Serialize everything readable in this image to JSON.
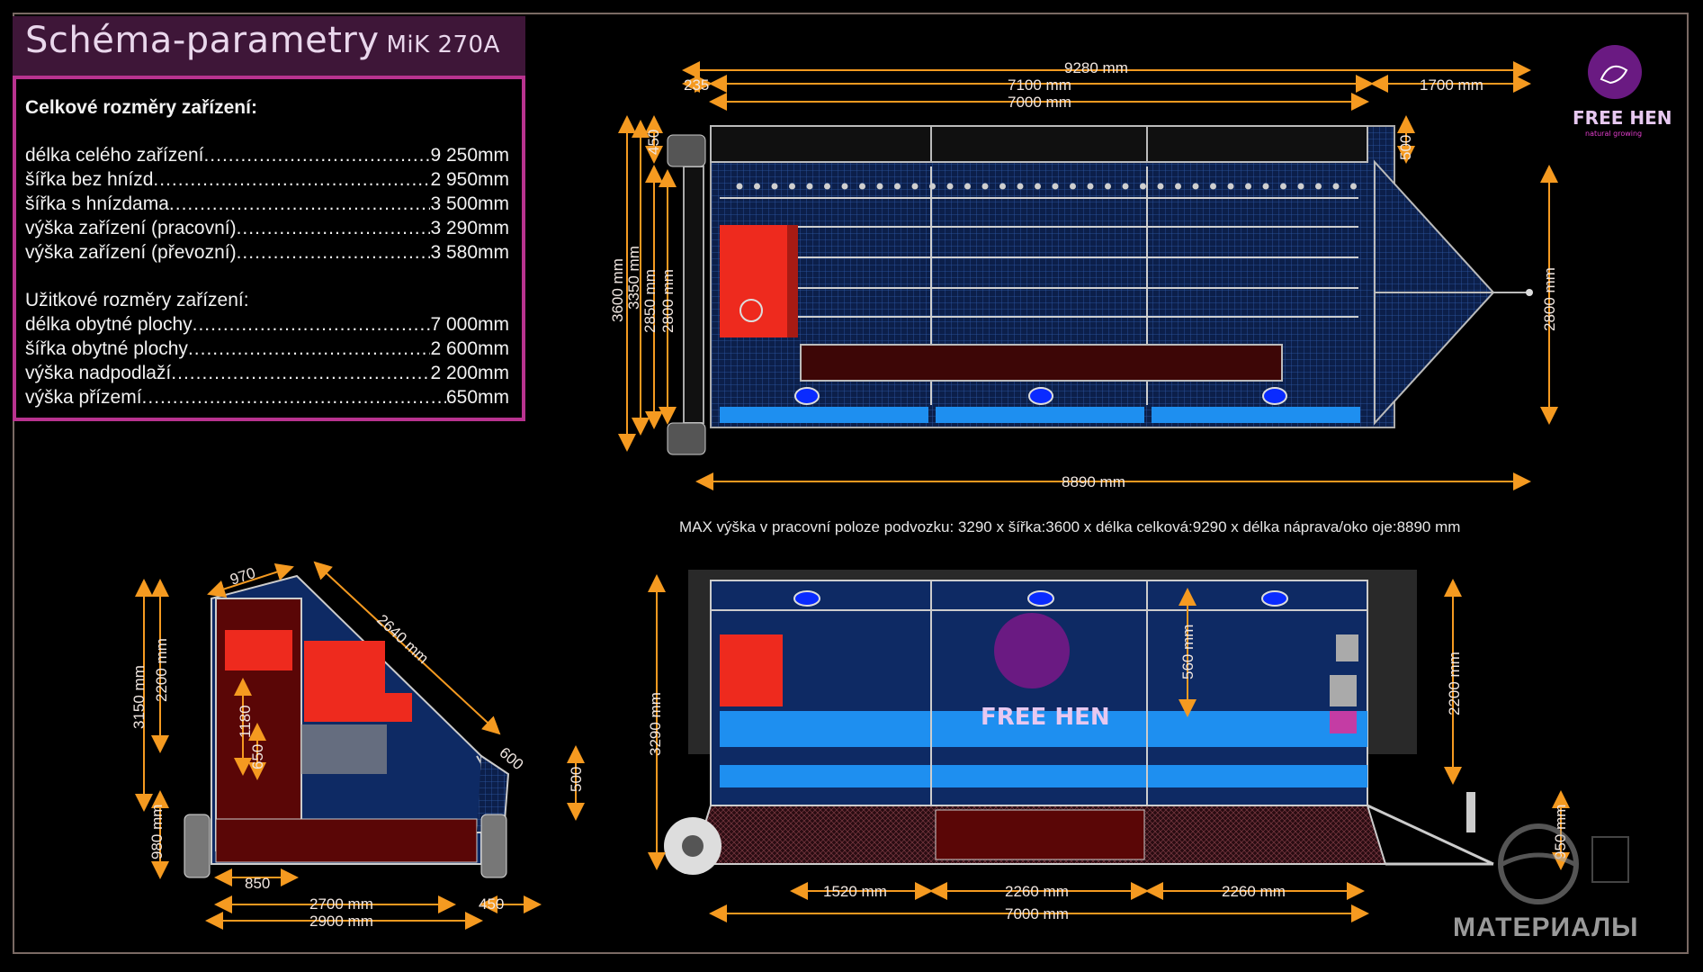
{
  "title": {
    "main": "Schéma-parametry",
    "model": "MiK 270A"
  },
  "specs": {
    "overall_heading": "Celkové rozměry zařízení:",
    "overall": [
      {
        "label": "délka celého zařízení",
        "value": "9 250mm"
      },
      {
        "label": "šířka bez hnízd",
        "value": "2 950mm"
      },
      {
        "label": "šířka s hnízdama",
        "value": "3 500mm"
      },
      {
        "label": "výška zařízení (pracovní)",
        "value": "3 290mm"
      },
      {
        "label": "výška zařízení (převozní)",
        "value": "3 580mm"
      }
    ],
    "usable_heading": "Užitkové rozměry zařízení:",
    "usable": [
      {
        "label": "délka obytné plochy",
        "value": "7 000mm"
      },
      {
        "label": "šířka obytné plochy",
        "value": "2 600mm"
      },
      {
        "label": "výška nadpodlaží",
        "value": "2 200mm"
      },
      {
        "label": "výška přízemí",
        "value": "650mm"
      }
    ]
  },
  "logo": {
    "text": "FREE HEN",
    "subtext": "natural growing"
  },
  "top_view_dims": {
    "total": "9280 mm",
    "d235": "235",
    "d7100": "7100 mm",
    "d7000": "7000 mm",
    "d1700": "1700 mm",
    "d450": "450",
    "d500": "500",
    "d3600": "3600 mm",
    "d3350": "3350 mm",
    "d2850": "2850 mm",
    "d2800": "2800 mm",
    "d2800r": "2800 mm",
    "d8890": "8890 mm"
  },
  "note": "MAX výška v pracovní poloze podvozku: 3290 x šířka:3600 x délka celková:9290 x délka náprava/oko oje:8890 mm",
  "end_view_dims": {
    "d970": "970",
    "d2640": "2640 mm",
    "d3150": "3150 mm",
    "d2200": "2200 mm",
    "d1180": "1180",
    "d650": "650",
    "d600": "600",
    "d500": "500",
    "d980": "980 mm",
    "d850": "850",
    "d2700": "2700 mm",
    "d2900": "2900 mm",
    "d450": "450"
  },
  "side_view_dims": {
    "d3290": "3290 mm",
    "d560": "560 mm",
    "d2200": "2200 mm",
    "d950": "950 mm",
    "d1520": "1520 mm",
    "d2260a": "2260 mm",
    "d2260b": "2260 mm",
    "d7000": "7000 mm"
  },
  "side_logo_text": "FREE HEN",
  "watermark": "МАТЕРИАЛЫ",
  "colors": {
    "dim": "#f59a20",
    "panel": "#3e1638",
    "border": "#b8338f",
    "blue": "#1e62d6",
    "red": "#ee2a1e",
    "navy": "#0e2a64"
  }
}
